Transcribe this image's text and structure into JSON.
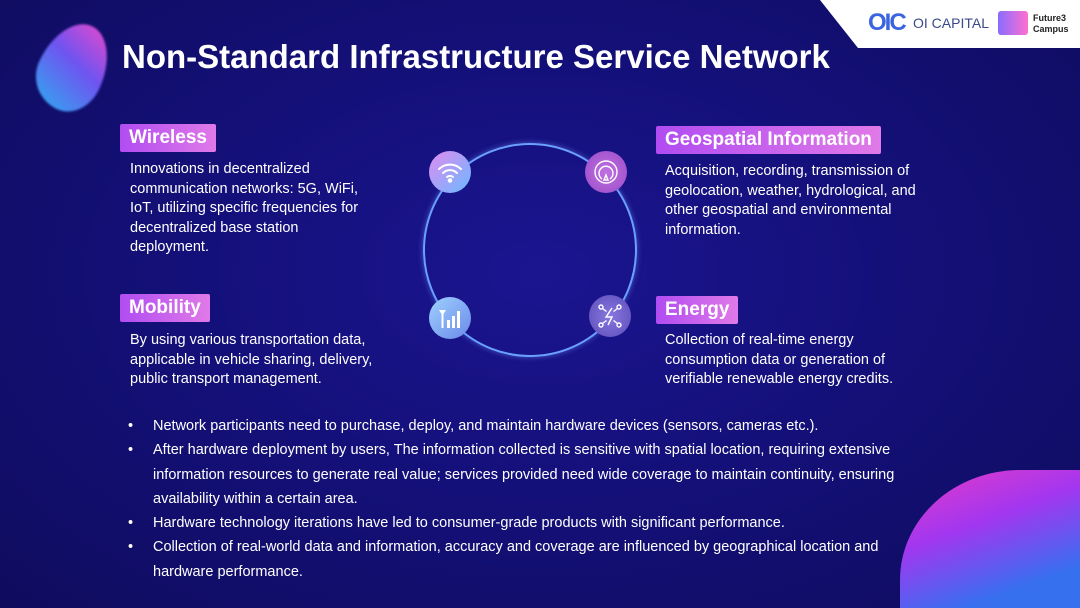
{
  "header": {
    "title": "Non-Standard Infrastructure Service Network",
    "logos": {
      "oic_mark": "OIC",
      "oic_name": "OI CAPITAL",
      "f3_line1": "Future3",
      "f3_line2": "Campus"
    }
  },
  "sections": [
    {
      "tag": "Wireless",
      "desc": "Innovations in decentralized communication networks: 5G, WiFi, IoT, utilizing specific frequencies for decentralized base station deployment.",
      "icon": "wifi-icon"
    },
    {
      "tag": "Geospatial Information",
      "desc": "Acquisition, recording, transmission of geolocation, weather, hydrological, and other geospatial and environmental information.",
      "icon": "location-icon"
    },
    {
      "tag": "Mobility",
      "desc": "By using various transportation data, applicable in vehicle sharing, delivery, public transport management.",
      "icon": "signal-icon"
    },
    {
      "tag": "Energy",
      "desc": "Collection of real-time energy consumption data or generation of verifiable renewable energy credits.",
      "icon": "energy-network-icon"
    }
  ],
  "bullets": [
    "Network participants need to purchase, deploy, and maintain hardware devices (sensors, cameras etc.).",
    "After hardware deployment by users, The information collected is sensitive with spatial location, requiring extensive information resources to generate real value; services provided need wide coverage to maintain continuity, ensuring availability within a certain area.",
    "Hardware technology iterations have led to consumer-grade products with significant performance.",
    "Collection of real-world data and information, accuracy and coverage are influenced by geographical location and hardware performance."
  ]
}
